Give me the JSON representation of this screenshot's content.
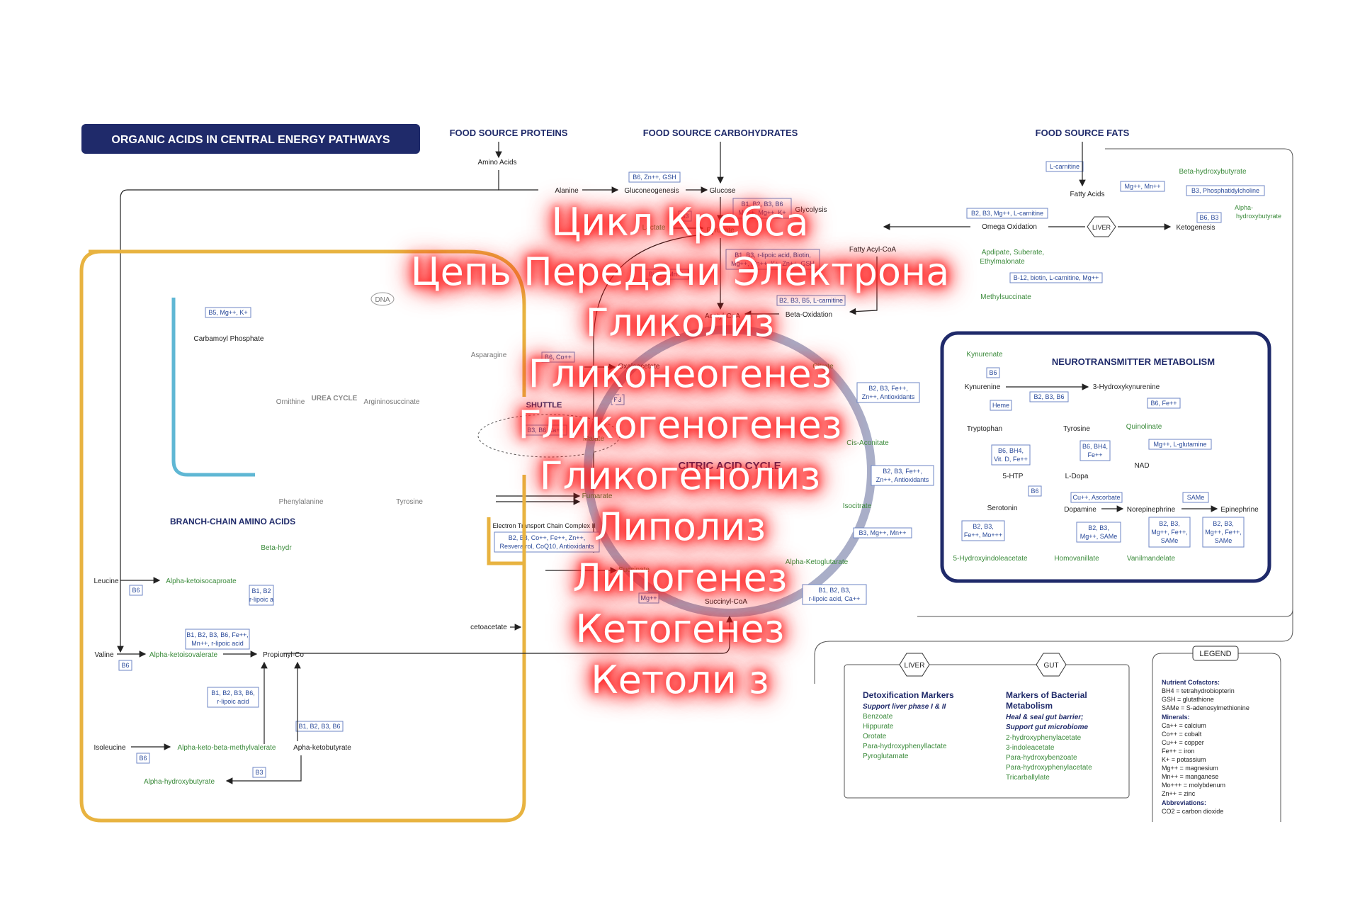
{
  "header": {
    "title": "ORGANIC ACIDS IN CENTRAL ENERGY PATHWAYS"
  },
  "food_sources": {
    "proteins": "FOOD SOURCE PROTEINS",
    "carbohydrates": "FOOD SOURCE CARBOHYDRATES",
    "fats": "FOOD SOURCE FATS"
  },
  "top": {
    "amino_acids": "Amino Acids",
    "alanine": "Alanine",
    "gluconeogenesis": "Gluconeogenesis",
    "glucose": "Glucose",
    "glycolysis": "Glycolysis",
    "lactate": "Lactate",
    "pyruvate": "Pyruvate",
    "acetyl_coa": "Acetyl-CoA",
    "beta_oxidation": "Beta-Oxidation",
    "oxaloacetate": "Oxaloacetate",
    "malate": "Malate",
    "shuttle": "SHUTTLE",
    "fumarate": "Fumarate",
    "succinate": "Succinate",
    "succinyl_coa": "Succinyl-CoA",
    "etc": "Electron Transport Chain Complex II",
    "carbamoyl": "Carbamoyl Phosphate",
    "dna": "DNA",
    "asparagine": "Asparagine",
    "ornithine": "Ornithine",
    "urea_cycle": "UREA CYCLE",
    "argininosuccinate": "Argininosuccinate",
    "phenylalanine": "Phenylalanine",
    "tyrosine": "Tyrosine"
  },
  "cac": {
    "title": "CITRIC ACID CYCLE",
    "citrate": "Citrate",
    "cis_aconitate": "Cis-Aconitate",
    "isocitrate": "Isocitrate",
    "alpha_kg": "Alpha-Ketoglutarate"
  },
  "fats": {
    "l_carnitine": "L-carnitine",
    "fatty_acids": "Fatty Acids",
    "beta_hb": "Beta-hydroxybutyrate",
    "omega": "Omega Oxidation",
    "liver": "LIVER",
    "ketogenesis": "Ketogenesis",
    "fatty_acyl": "Fatty Acyl-CoA",
    "adipate": "Apdipate, Suberate,",
    "ethylmalonate": "Ethylmalonate",
    "methylsuccinate": "Methylsuccinate",
    "alpha_hb": "Alpha-",
    "alpha_hb2": "hydroxybutyrate"
  },
  "cofactors": {
    "c1": "B6, Zn++, GSH",
    "c2": "B3",
    "c3": "B1, B2, B3, B6",
    "c3b": "Mn++, Mg++, K+",
    "c4": "B1, B3, r-lipoic acid, Biotin,",
    "c4b": "Mg++, Mn++, K+, Zn++, GSH",
    "c5": "Biotin, Mn++",
    "c6": "B2, B3, B5, L-carnitine",
    "c7": "B6, Co++",
    "c8": "B3",
    "c9": "B3, B6 Ca++",
    "c10": "B2, B3, Fe++,",
    "c10b": "Zn++, Antioxidants",
    "c11": "B2, B3, Fe++,",
    "c11b": "Zn++, Antioxidants",
    "c12": "B3, Mg++, Mn++",
    "c13": "B1, B2, B3,",
    "c13b": "r-lipoic acid, Ca++",
    "c14": "Mg++",
    "c15": "B2, B3, Co++, Fe++, Zn++,",
    "c15b": "Resveratrol, CoQ10, Antioxidants",
    "c16": "B2, B3, Mg++, L-carnitine",
    "c17": "B-12, biotin, L-carnitine, Mg++",
    "c18": "Mg++, Mn++",
    "c19": "B3, Phosphatidylcholine",
    "c20": "B6, B3",
    "c21": "B5, Mg++, K+"
  },
  "bcaa": {
    "title": "BRANCH-CHAIN AMINO ACIDS",
    "beta_hydr": "Beta-hydr",
    "leucine": "Leucine",
    "alpha_kic": "Alpha-ketoisocaproate",
    "b6a": "B6",
    "valine": "Valine",
    "alpha_kiv": "Alpha-ketoisovalerate",
    "b6b": "B6",
    "propionyl": "Propionyl-Co",
    "cof_v": "B1, B2, B3, B6, Fe++,",
    "cof_vb": "Mn++, r-lipoic acid",
    "cof_p": "B1, B2, B3, B6,",
    "cof_pb": "r-lipoic acid",
    "cof_i": "B1, B2, B3, B6",
    "isoleucine": "Isoleucine",
    "alpha_kmv": "Alpha-keto-beta-methylvalerate",
    "b6c": "B6",
    "alpha_kb": "Apha-ketobutyrate",
    "b3": "B3",
    "alpha_hb": "Alpha-hydroxybutyrate",
    "acetoacetate": "cetoacetate",
    "cof_l1": "B1, B2",
    "cof_l2": "r-lipoic a"
  },
  "neuro": {
    "title": "NEUROTRANSMITTER METABOLISM",
    "kynurenate": "Kynurenate",
    "b6": "B6",
    "kynurenine": "Kynurenine",
    "hk": "3-Hydroxykynurenine",
    "heme": "Heme",
    "b2b3b6": "B2, B3, B6",
    "b6fe": "B6, Fe++",
    "quinolinate": "Quinolinate",
    "tryptophan": "Tryptophan",
    "tyrosine": "Tyrosine",
    "b6bh4": "B6, BH4,",
    "b6bh4b": "Vit. D, Fe++",
    "b6bh4c": "B6, BH4,",
    "b6bh4d": "Fe++",
    "mg": "Mg++, L-glutamine",
    "nad": "NAD",
    "htp": "5-HTP",
    "ldopa": "L-Dopa",
    "b6c": "B6",
    "cu": "Cu++, Ascorbate",
    "same": "SAMe",
    "serotonin": "Serotonin",
    "dopamine": "Dopamine",
    "norepinephrine": "Norepinephrine",
    "epinephrine": "Epinephrine",
    "s1": "B2, B3,",
    "s1b": "Fe++, Mo+++",
    "s2": "B2, B3,",
    "s2b": "Mg++, SAMe",
    "s3": "B2, B3,",
    "s3b": "Mg++, Fe++,",
    "s3c": "SAMe",
    "s4": "B2, B3,",
    "s4b": "Mg++, Fe++,",
    "s4c": "SAMe",
    "hiaa": "5-Hydroxyindoleacetate",
    "hva": "Homovanillate",
    "vma": "Vanilmandelate"
  },
  "markers": {
    "liver_tag": "LIVER",
    "gut_tag": "GUT",
    "detox_title": "Detoxification Markers",
    "detox_sub": "Support liver phase I & II",
    "detox_items": [
      "Benzoate",
      "Hippurate",
      "Orotate",
      "Para-hydroxyphenyllactate",
      "Pyroglutamate"
    ],
    "bact_title": "Markers of Bacterial",
    "bact_title2": "Metabolism",
    "bact_sub": "Heal & seal gut barrier;",
    "bact_sub2": "Support gut microbiome",
    "bact_items": [
      "2-hydroxyphenylacetate",
      "3-indoleacetate",
      "Para-hydroxybenzoate",
      "Para-hydroxyphenylacetate",
      "Tricarballylate"
    ]
  },
  "legend": {
    "title": "LEGEND",
    "nutrient": "Nutrient Cofactors:",
    "items1": [
      "BH4 = tetrahydrobiopterin",
      "GSH = glutathione",
      "SAMe = S-adenosylmethionine"
    ],
    "minerals": "Minerals:",
    "items2": [
      "Ca++ = calcium",
      "Co++ = cobalt",
      "Cu++ = copper",
      "Fe++ = iron",
      "K+ = potassium",
      "Mg++ = magnesium",
      "Mn++ = manganese",
      "Mo+++ = molybdenum",
      "Zn++ = zinc"
    ],
    "abbr": "Abbreviations:",
    "items3": [
      "CO2 = carbon dioxide"
    ]
  },
  "overlay": {
    "labels": [
      "Цикл Кребса",
      "Цепь Передачи Электрона",
      "Гликолиз",
      "Гликонеогенез",
      "Гликогеногенез",
      "Гликогенолиз",
      "Липолиз",
      "Липогенез",
      "Кетогенез",
      "Кетоли з"
    ]
  },
  "colors": {
    "navy": "#1f2a6a",
    "yellow": "#e8b340",
    "teal": "#5fb7d4",
    "green": "#3a8a3a",
    "overlay_glow": "#ff1a1a"
  }
}
